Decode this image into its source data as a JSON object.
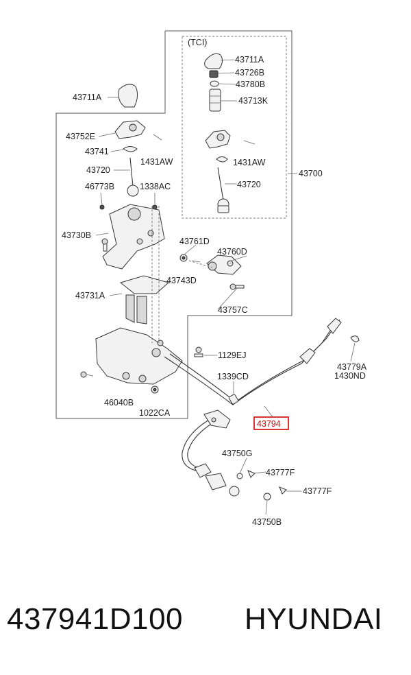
{
  "diagram": {
    "group_label": "(TCI)",
    "labels": {
      "l43711A_top": "43711A",
      "l43726B": "43726B",
      "l43780B": "43780B",
      "l43713K": "43713K",
      "l1431AW_tci": "1431AW",
      "l43720_tci": "43720",
      "l43700": "43700",
      "l43711A_left": "43711A",
      "l43752E": "43752E",
      "l43741": "43741",
      "l1431AW_left": "1431AW",
      "l43720_left": "43720",
      "l46773B": "46773B",
      "l1338AC": "1338AC",
      "l43730B": "43730B",
      "l43761D": "43761D",
      "l43760D": "43760D",
      "l43743D": "43743D",
      "l43731A": "43731A",
      "l43757C": "43757C",
      "l1129EJ": "1129EJ",
      "l43779A": "43779A",
      "l1430ND": "1430ND",
      "l1339CD": "1339CD",
      "l46040B": "46040B",
      "l1022CA": "1022CA",
      "l43794": "43794",
      "l43750G": "43750G",
      "l43777F_1": "43777F",
      "l43777F_2": "43777F",
      "l43750B": "43750B"
    },
    "highlight_color": "#d40000"
  },
  "footer": {
    "part_number": "437941D100",
    "brand": "HYUNDAI"
  }
}
